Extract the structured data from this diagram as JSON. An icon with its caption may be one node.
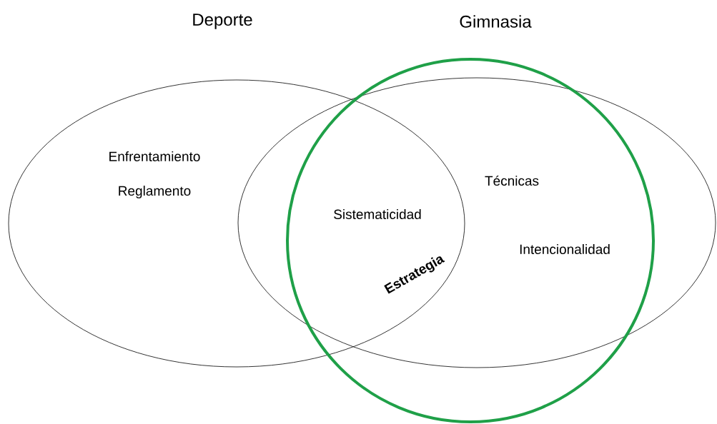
{
  "diagram": {
    "nodes": [
      {
        "text": [
          "Deporte",
          "Enfrentamiento",
          "Reglamento"
        ]
      },
      {
        "text": [
          "Gimnasia"
        ]
      },
      {
        "text": [],
        "shape": "circle"
      }
    ],
    "labels": [
      "Sistematicidad",
      "Estrategia",
      "Técnicas",
      "Intencionalidad"
    ]
  }
}
